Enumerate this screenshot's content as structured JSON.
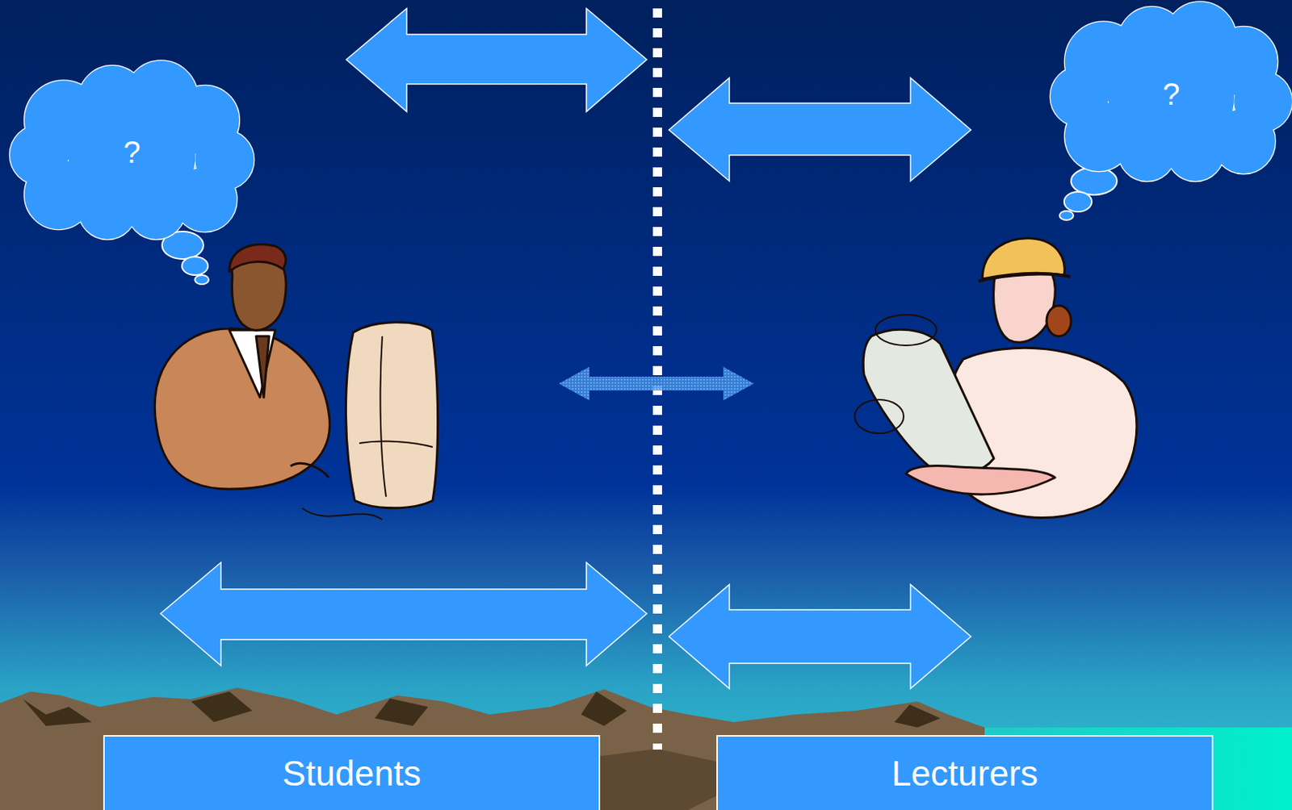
{
  "diagram": {
    "nodes": [
      {
        "text": [
          "?"
        ]
      },
      {
        "text": [
          "?"
        ]
      },
      {
        "text": [
          "Students"
        ]
      },
      {
        "text": [
          "Lecturers"
        ]
      }
    ]
  }
}
